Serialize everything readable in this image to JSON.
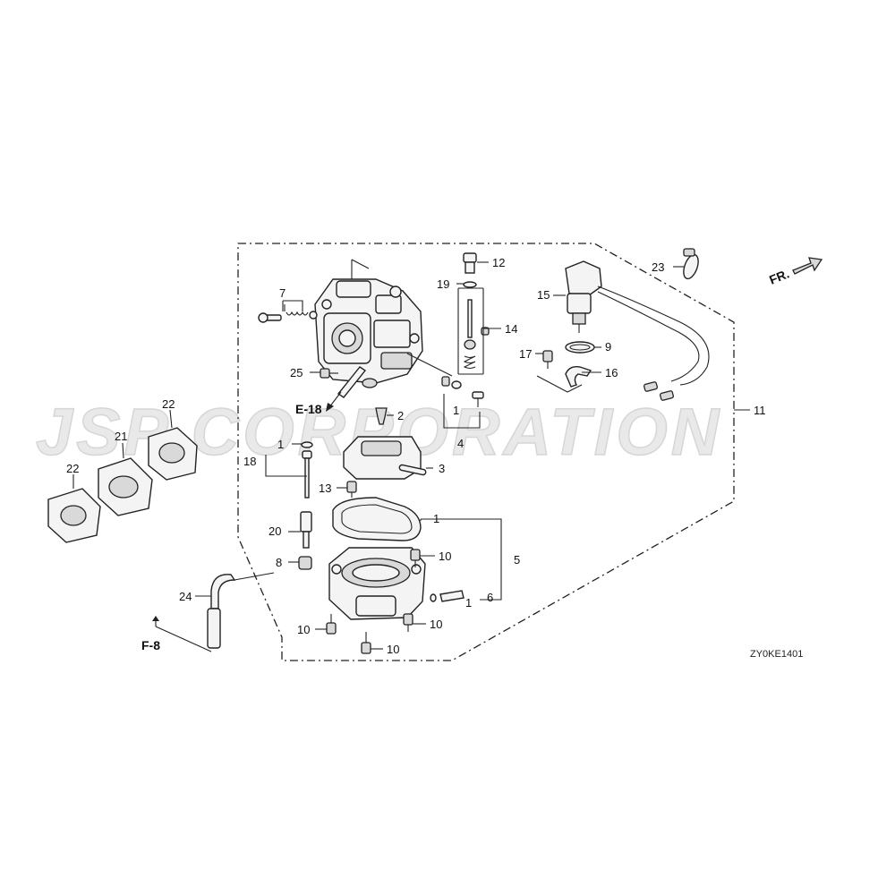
{
  "watermark": "JSP CORPORATION",
  "diagram_code": "ZY0KE1401",
  "direction_label": "FR.",
  "references": {
    "e18": "E-18",
    "f8": "F-8"
  },
  "callouts": {
    "c1a": "1",
    "c1b": "1",
    "c1c": "1",
    "c1d": "1",
    "c2": "2",
    "c3": "3",
    "c4": "4",
    "c5": "5",
    "c6": "6",
    "c7": "7",
    "c8": "8",
    "c9": "9",
    "c10a": "10",
    "c10b": "10",
    "c10c": "10",
    "c10d": "10",
    "c11": "11",
    "c12": "12",
    "c13": "13",
    "c14": "14",
    "c15": "15",
    "c16": "16",
    "c17": "17",
    "c18": "18",
    "c19": "19",
    "c20": "20",
    "c21": "21",
    "c22a": "22",
    "c22b": "22",
    "c23": "23",
    "c24": "24",
    "c25": "25"
  }
}
